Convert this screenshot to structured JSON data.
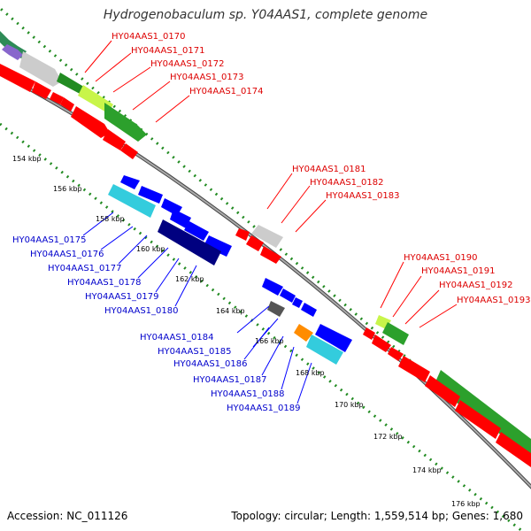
{
  "title": "Hydrogenobaculum sp. Y04AAS1, complete genome",
  "footer": {
    "accession": "Accession: NC_011126",
    "stats": "Topology: circular; Length: 1,559,514 bp; Genes: 1,680"
  },
  "ticks": [
    "154 kbp",
    "156 kbp",
    "158 kbp",
    "160 kbp",
    "162 kbp",
    "164 kbp",
    "166 kbp",
    "168 kbp",
    "170 kbp",
    "172 kbp",
    "174 kbp",
    "176 kbp"
  ],
  "labels_red": [
    "HY04AAS1_0170",
    "HY04AAS1_0171",
    "HY04AAS1_0172",
    "HY04AAS1_0173",
    "HY04AAS1_0174",
    "HY04AAS1_0181",
    "HY04AAS1_0182",
    "HY04AAS1_0183",
    "HY04AAS1_0190",
    "HY04AAS1_0191",
    "HY04AAS1_0192",
    "HY04AAS1_0193"
  ],
  "labels_blue": [
    "HY04AAS1_0175",
    "HY04AAS1_0176",
    "HY04AAS1_0177",
    "HY04AAS1_0178",
    "HY04AAS1_0179",
    "HY04AAS1_0180",
    "HY04AAS1_0184",
    "HY04AAS1_0185",
    "HY04AAS1_0186",
    "HY04AAS1_0187",
    "HY04AAS1_0188",
    "HY04AAS1_0189"
  ],
  "colors": {
    "forward": "#ff0000",
    "reverse": "#0000ff",
    "backbone": "#888888",
    "tick_dots": "#228b22",
    "green": "#2ca02c",
    "lime": "#c8f54a",
    "gray": "#bbbbbb",
    "cyan": "#33ccdd",
    "navy": "#000080",
    "orange": "#ff8c00",
    "purple": "#8866cc"
  }
}
